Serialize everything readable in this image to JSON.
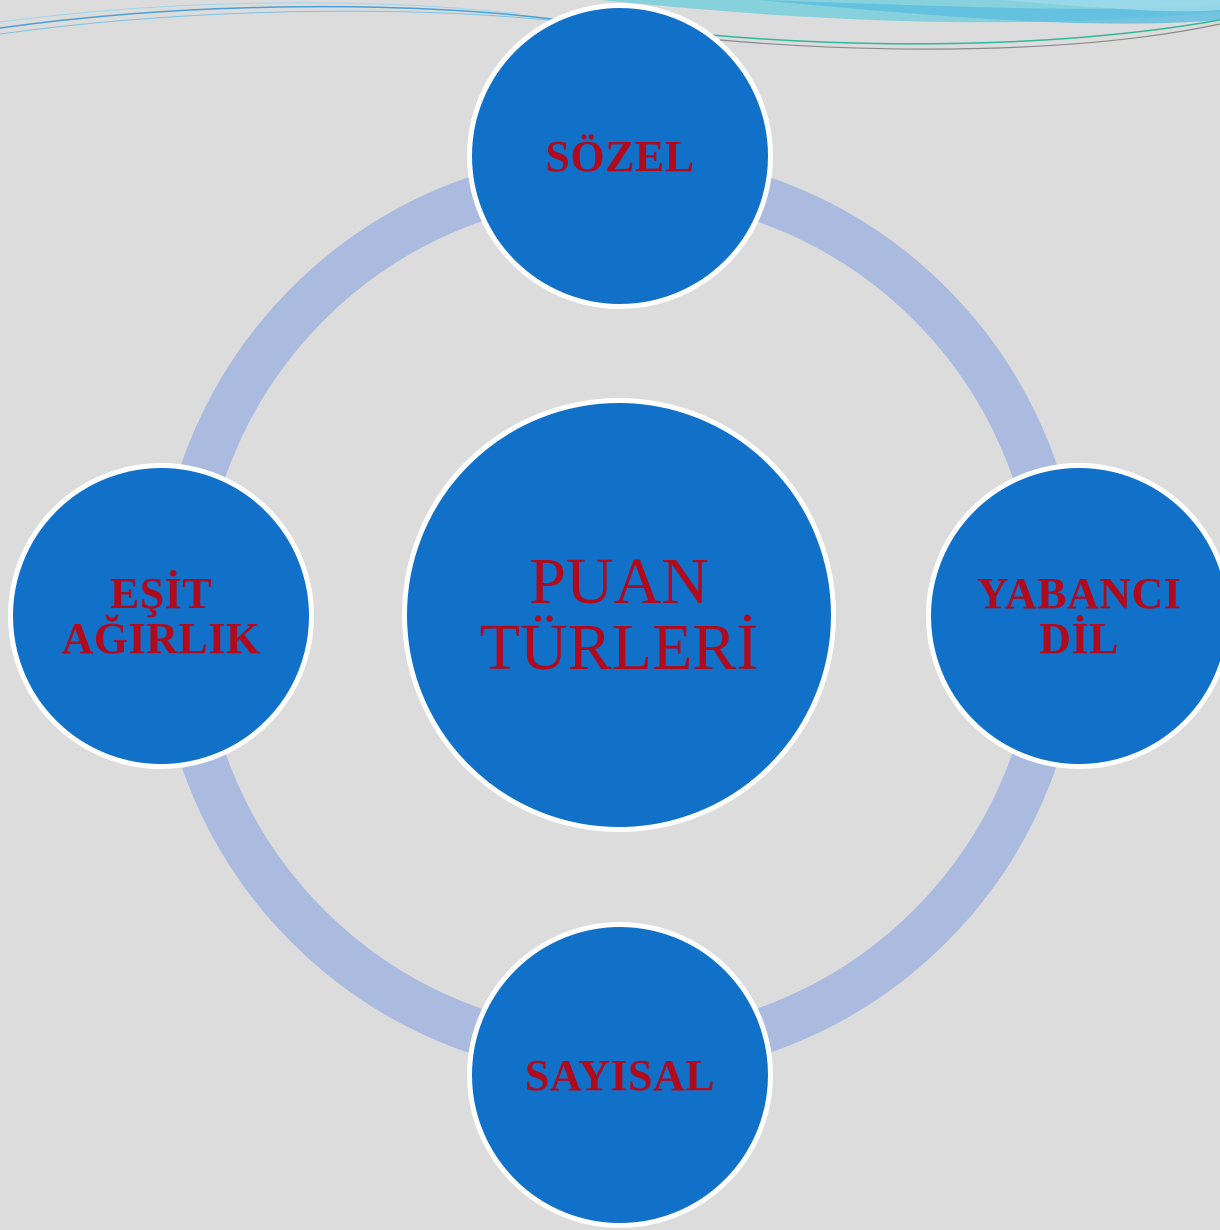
{
  "diagram": {
    "center": {
      "line1": "PUAN",
      "line2": "TÜRLERİ"
    },
    "nodes": {
      "top": "SÖZEL",
      "right_line1": "YABANCI",
      "right_line2": "DİL",
      "bottom": "SAYISAL",
      "left_line1": "EŞİT",
      "left_line2": "AĞIRLIK"
    }
  },
  "colors": {
    "background": "#dcdcdc",
    "node_fill": "#1170c8",
    "node_border": "#ffffff",
    "label_text": "#b00a1c",
    "ring": "#abbbe0",
    "decor_swoosh": "#5fc8d8"
  }
}
